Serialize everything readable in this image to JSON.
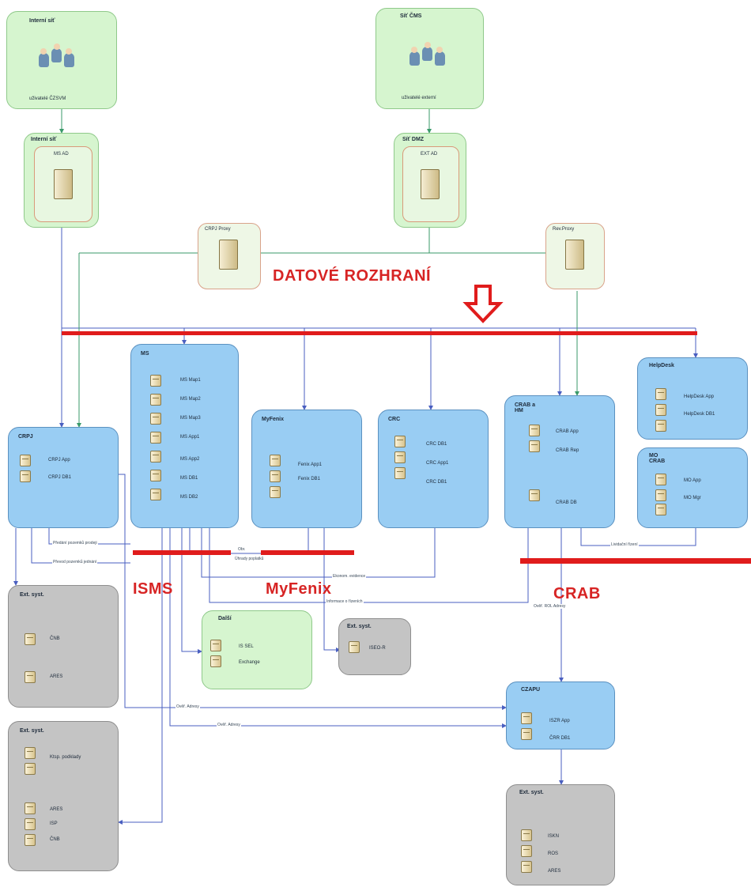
{
  "labels": {
    "datove_rozhrani": "DATOVÉ ROZHRANÍ",
    "isms": "ISMS",
    "myfenix": "MyFenix",
    "crab": "CRAB"
  },
  "nodes": {
    "intranet_users": {
      "title": "Interní síť",
      "caption": "uživatelé ČZSVM"
    },
    "ext_users": {
      "title": "Síť ČMS",
      "caption": "uživatelé externí"
    },
    "internal_ad": {
      "title": "Interní síť",
      "inner": "MS AD"
    },
    "dmz_ad": {
      "title": "Síť DMZ",
      "inner": "EXT AD"
    },
    "crpj_proxy": {
      "title": "CRPJ Proxy"
    },
    "rev_proxy": {
      "title": "Rev.Proxy"
    },
    "ms": {
      "title": "MS",
      "items": [
        "MS Map1",
        "MS Map2",
        "MS Map3",
        "MS App1",
        "MS App2",
        "MS DB1",
        "MS DB2"
      ]
    },
    "crpj": {
      "title": "CRPJ",
      "items": [
        "CRPJ App",
        "CRPJ DB1"
      ]
    },
    "myfenix": {
      "title": "MyFenix",
      "items": [
        "Fenix App1",
        "Fenix DB1"
      ]
    },
    "crc": {
      "title": "CRC",
      "items": [
        "CRC DB1",
        "CRC App1",
        "CRC DB1"
      ]
    },
    "crab": {
      "title": "CRAB a HM",
      "items": [
        "CRAB App",
        "CRAB Rep",
        "CRAB DB"
      ]
    },
    "helpdesk": {
      "title": "HelpDesk",
      "items": [
        "HelpDesk App",
        "HelpDesk DB1"
      ]
    },
    "mo_crab": {
      "title": "MO CRAB",
      "items": [
        "MO App",
        "MO Mgr"
      ]
    },
    "ext1": {
      "title": "Ext. syst.",
      "items": [
        "ČNB",
        "ARES"
      ]
    },
    "dalsi": {
      "title": "Další",
      "items": [
        "IS SEL",
        "Exchange"
      ]
    },
    "ext2": {
      "title": "Ext. syst.",
      "items": [
        "ISEO-R"
      ]
    },
    "ext3": {
      "title": "Ext. syst.",
      "items": [
        "Ktsp. podklady",
        "ARES",
        "ISP",
        "ČNB"
      ]
    },
    "czapu": {
      "title": "CZAPU",
      "items": [
        "ISZR App",
        "ČRR DB1"
      ]
    },
    "ext4": {
      "title": "Ext. syst.",
      "items": [
        "ISKN",
        "ROS",
        "ARES"
      ]
    }
  },
  "edge_labels": {
    "predani_pozemku": "Předání pozemků prodeji",
    "prevod_pozemku": "Převod pozemků jednání",
    "ovr_adresy_1": "Ověř. Adresy",
    "ovr_adresy_2": "Ověř. Adresy",
    "ovr_adresy_crab": "Ověř. ROL Adresy",
    "ekonom": "Ekonom. evidence",
    "informace": "Informace o řízeních",
    "lividace": "Lividační řízení",
    "obr": "Obr.",
    "ohledy": "Úhrady poplatků"
  }
}
